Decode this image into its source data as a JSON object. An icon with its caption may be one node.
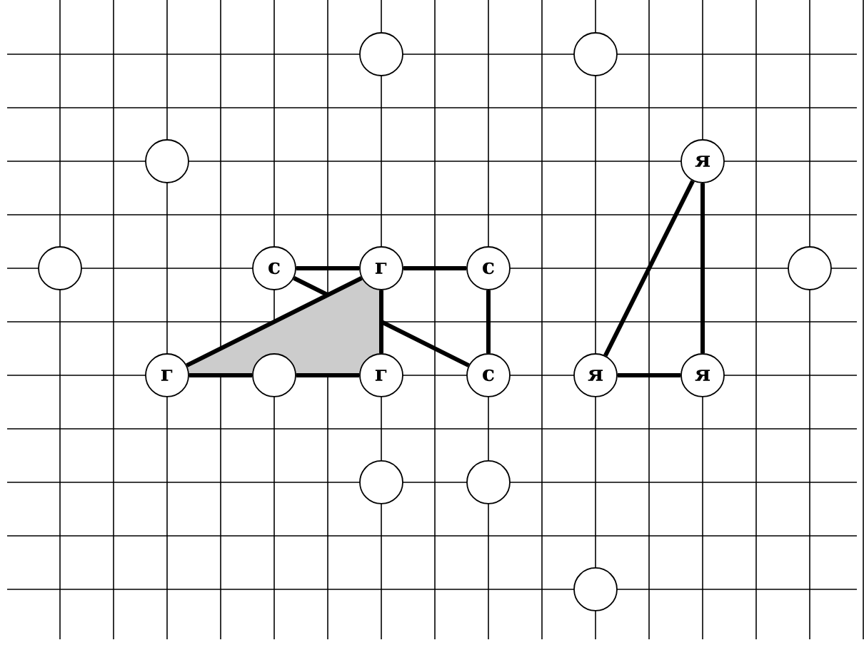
{
  "diagram": {
    "nodes": [
      {
        "text": [],
        "shape": "circle"
      },
      {
        "text": [],
        "shape": "circle"
      },
      {
        "text": [],
        "shape": "circle"
      },
      {
        "text": [
          "я"
        ]
      },
      {
        "text": [],
        "shape": "circle"
      },
      {
        "text": [
          "с"
        ]
      },
      {
        "text": [
          "г"
        ]
      },
      {
        "text": [
          "с"
        ]
      },
      {
        "text": [],
        "shape": "circle"
      },
      {
        "text": [
          "г"
        ]
      },
      {
        "text": [],
        "shape": "circle"
      },
      {
        "text": [
          "г"
        ]
      },
      {
        "text": [
          "с"
        ]
      },
      {
        "text": [
          "я"
        ]
      },
      {
        "text": [
          "я"
        ]
      },
      {
        "text": [],
        "shape": "circle"
      },
      {
        "text": [],
        "shape": "circle"
      },
      {
        "text": [],
        "shape": "circle"
      }
    ],
    "edges": [
      {
        "from": 5,
        "to": 6,
        "arrow": "none"
      },
      {
        "from": 6,
        "to": 7,
        "arrow": "none"
      },
      {
        "from": 5,
        "to": 12,
        "arrow": "none"
      },
      {
        "from": 6,
        "to": 9,
        "arrow": "none"
      },
      {
        "from": 6,
        "to": 11,
        "arrow": "none"
      },
      {
        "from": 7,
        "to": 12,
        "arrow": "none"
      },
      {
        "from": 9,
        "to": 10,
        "arrow": "none"
      },
      {
        "from": 10,
        "to": 11,
        "arrow": "none"
      },
      {
        "from": 3,
        "to": 13,
        "arrow": "none"
      },
      {
        "from": 3,
        "to": 14,
        "arrow": "none"
      },
      {
        "from": 13,
        "to": 14,
        "arrow": "none"
      }
    ]
  }
}
